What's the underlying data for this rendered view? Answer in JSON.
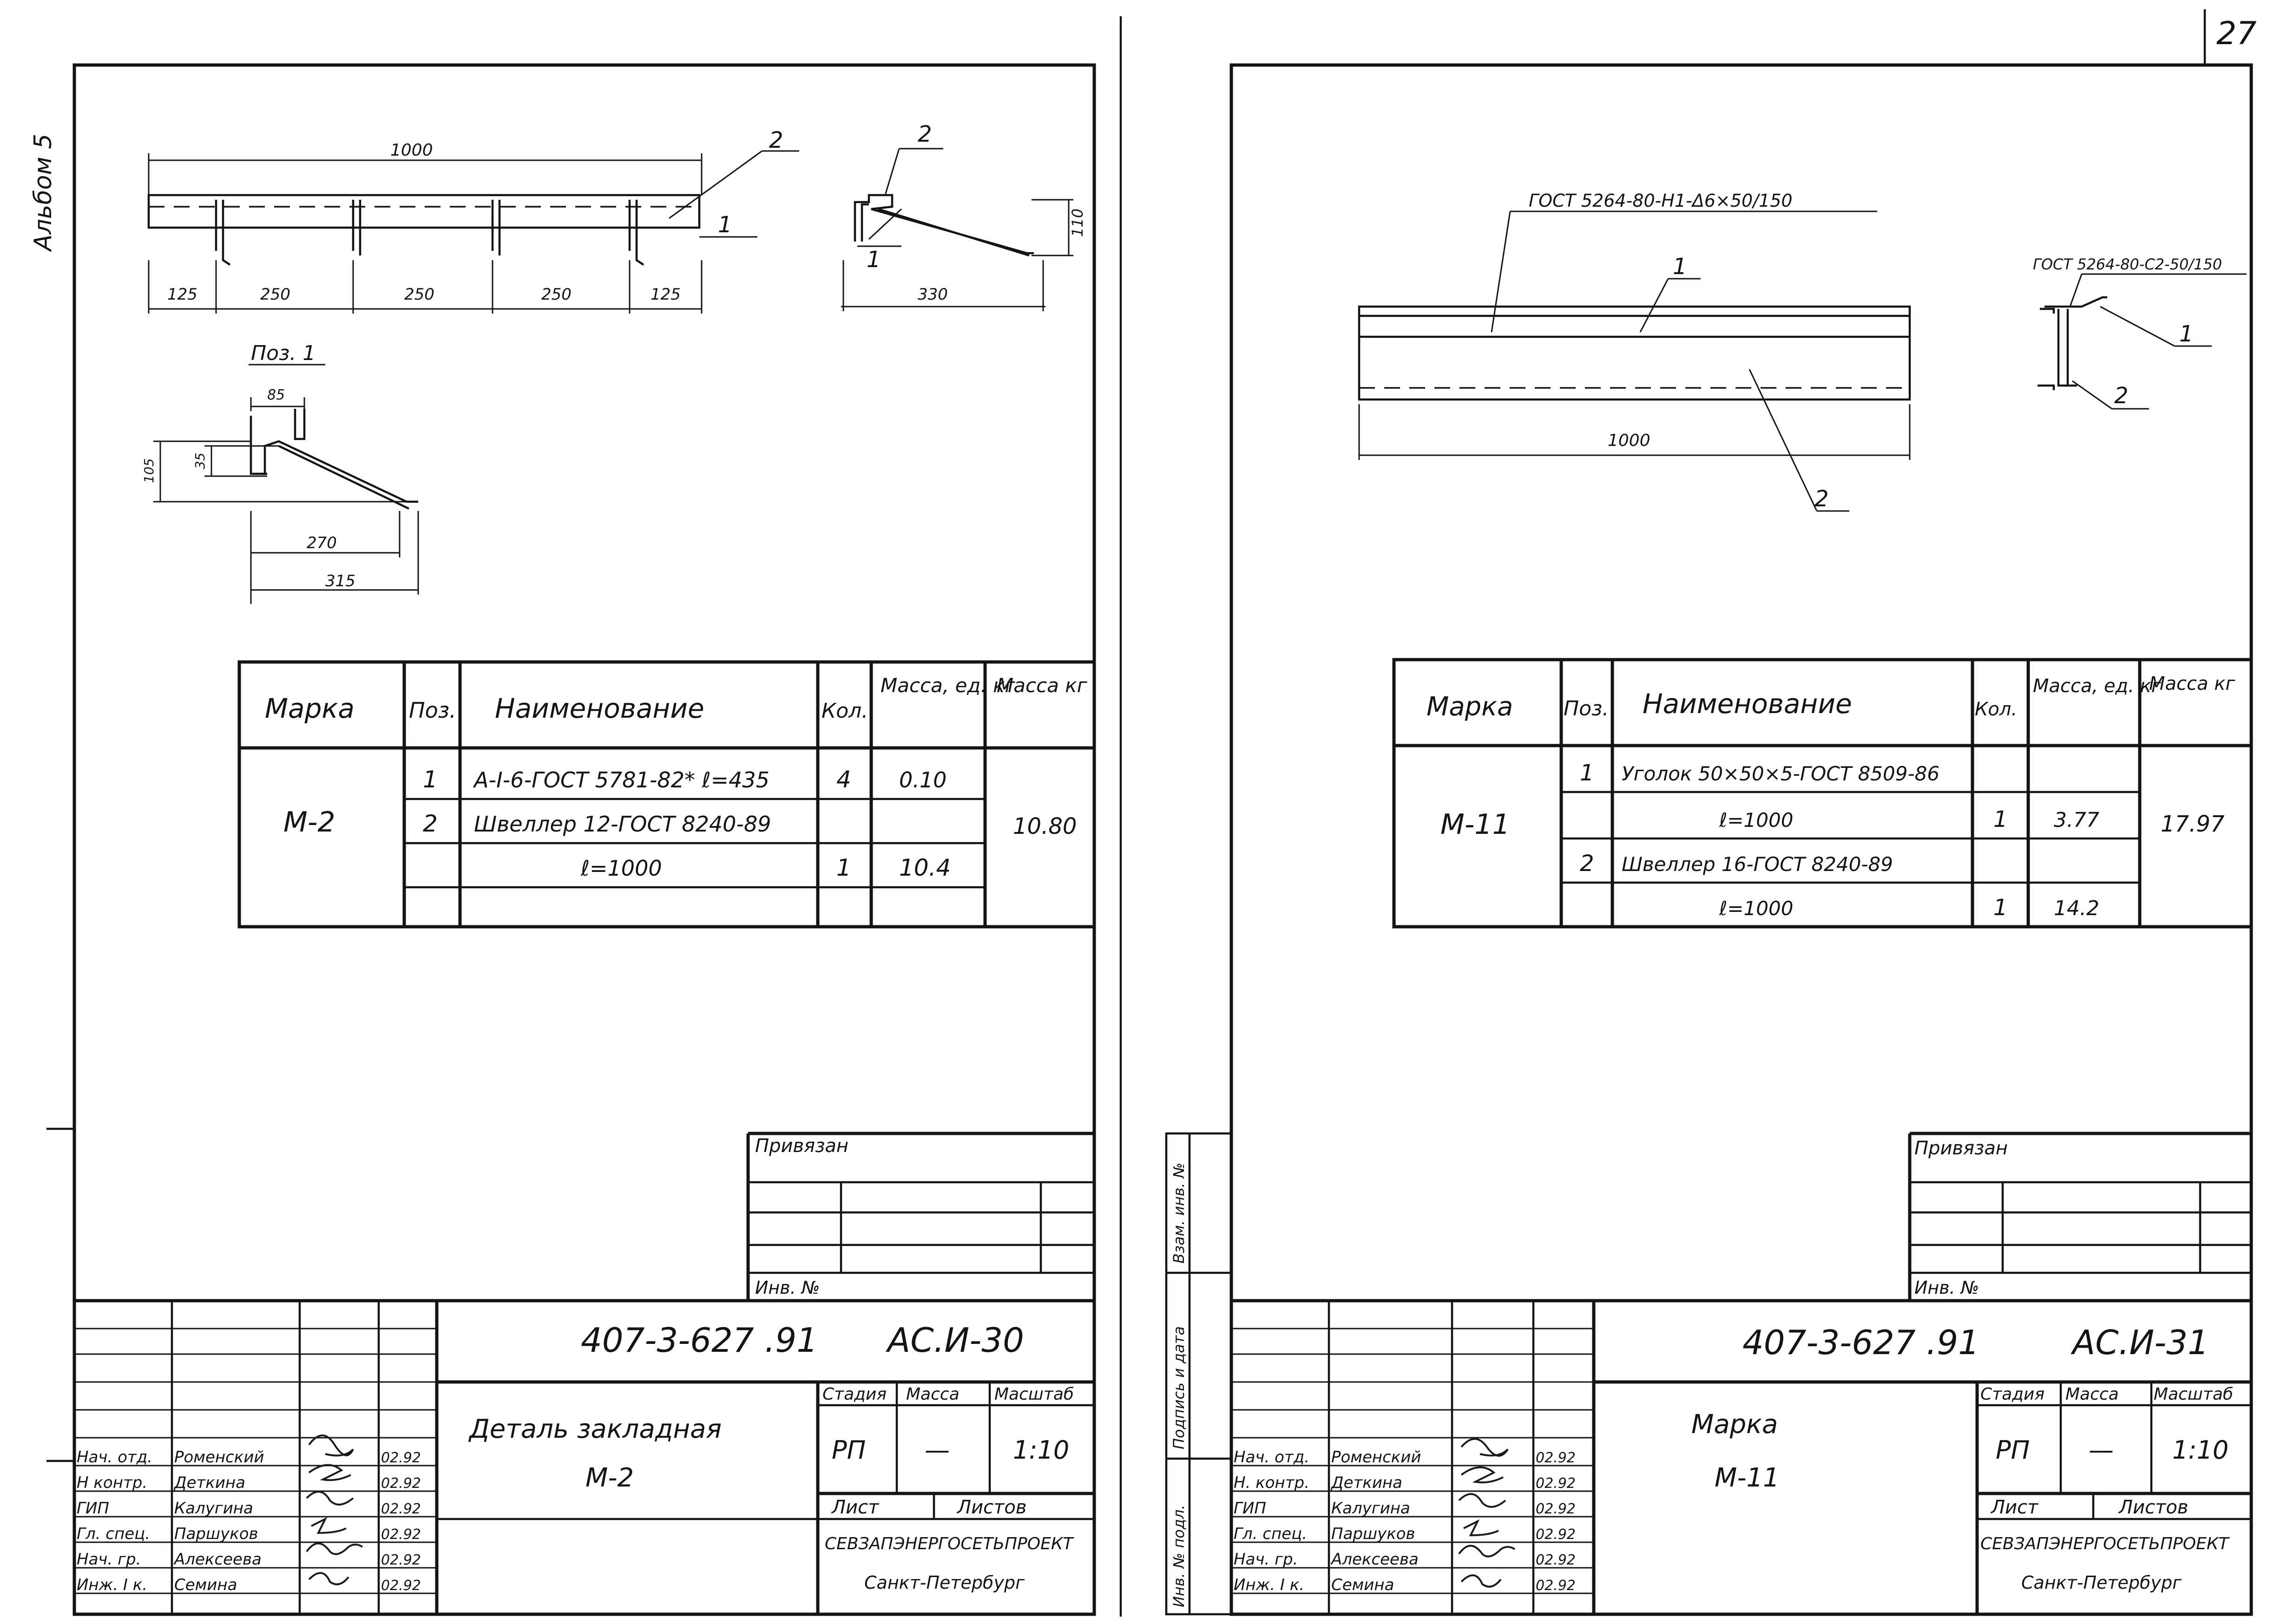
{
  "page": {
    "number": "27",
    "album_label": "Альбом 5"
  },
  "left_sheet": {
    "drawing": {
      "top_dims": {
        "overall": "1000",
        "segments": [
          "125",
          "250",
          "250",
          "250",
          "125"
        ]
      },
      "section_dims": {
        "width": "330",
        "height": "110"
      },
      "callouts": {
        "top_bar": "2",
        "top_anchor": "1",
        "section_top": "2",
        "section_bottom": "1"
      },
      "pos_title": "Поз. 1",
      "pos_dims": {
        "top": "85",
        "short": "35",
        "height": "105",
        "inner": "270",
        "outer": "315"
      }
    },
    "spec": {
      "headers": {
        "mark": "Марка",
        "pos": "Поз.",
        "name": "Наименование",
        "qty": "Кол.",
        "unit_mass": "Масса, ед. кг",
        "mass": "Масса кг"
      },
      "mark": "М-2",
      "total_mass": "10.80",
      "rows": [
        {
          "pos": "1",
          "name": "А-I-6-ГОСТ 5781-82*  ℓ=435",
          "qty": "4",
          "unit_mass": "0.10"
        },
        {
          "pos": "2",
          "name": "Швеллер 12-ГОСТ 8240-89",
          "qty": "",
          "unit_mass": ""
        },
        {
          "pos": "",
          "name": "ℓ=1000",
          "qty": "1",
          "unit_mass": "10.4"
        }
      ]
    },
    "binding": {
      "label": "Привязан",
      "inv_label": "Инв. №"
    },
    "title_block": {
      "code": "407-3-627 .91",
      "sheet_code": "АС.И-30",
      "title_line1": "Деталь закладная",
      "title_line2": "М-2",
      "stage_label": "Стадия",
      "mass_label": "Масса",
      "scale_label": "Масштаб",
      "stage": "РП",
      "mass": "—",
      "scale": "1:10",
      "sheet_label": "Лист",
      "sheets_label": "Листов",
      "org": "СЕВЗАПЭНЕРГОСЕТЬПРОЕКТ",
      "city": "Санкт-Петербург",
      "staff": [
        {
          "role": "Нач. отд.",
          "name": "Роменский",
          "date": "02.92"
        },
        {
          "role": "Н контр.",
          "name": "Деткина",
          "date": "02.92"
        },
        {
          "role": "ГИП",
          "name": "Калугина",
          "date": "02.92"
        },
        {
          "role": "Гл. спец.",
          "name": "Паршуков",
          "date": "02.92"
        },
        {
          "role": "Нач. гр.",
          "name": "Алексеева",
          "date": "02.92"
        },
        {
          "role": "Инж. I к.",
          "name": "Семина",
          "date": "02.92"
        }
      ]
    }
  },
  "right_sheet": {
    "drawing": {
      "gost_top": "ГОСТ 5264-80-Н1-Δ6×50/150",
      "gost_section": "ГОСТ 5264-80-С2-50/150",
      "callouts": {
        "plan_top": "1",
        "plan_bottom": "2",
        "section_top": "1",
        "section_bottom": "2"
      },
      "length": "1000"
    },
    "spec": {
      "headers": {
        "mark": "Марка",
        "pos": "Поз.",
        "name": "Наименование",
        "qty": "Кол.",
        "unit_mass": "Масса, ед. кг",
        "mass": "Масса кг"
      },
      "mark": "М-11",
      "total_mass": "17.97",
      "rows": [
        {
          "pos": "1",
          "name": "Уголок 50×50×5-ГОСТ 8509-86",
          "qty": "",
          "unit_mass": ""
        },
        {
          "pos": "",
          "name": "ℓ=1000",
          "qty": "1",
          "unit_mass": "3.77"
        },
        {
          "pos": "2",
          "name": "Швеллер 16-ГОСТ 8240-89",
          "qty": "",
          "unit_mass": ""
        },
        {
          "pos": "",
          "name": "ℓ=1000",
          "qty": "1",
          "unit_mass": "14.2"
        }
      ]
    },
    "binding": {
      "label": "Привязан",
      "inv_label": "Инв. №"
    },
    "side_labels": {
      "vzam": "Взам. инв. №",
      "sign": "Подпись и дата",
      "inv": "Инв. № подл."
    },
    "title_block": {
      "code": "407-3-627 .91",
      "sheet_code": "АС.И-31",
      "title_line1": "Марка",
      "title_line2": "М-11",
      "stage_label": "Стадия",
      "mass_label": "Масса",
      "scale_label": "Масштаб",
      "stage": "РП",
      "mass": "—",
      "scale": "1:10",
      "sheet_label": "Лист",
      "sheets_label": "Листов",
      "org": "СЕВЗАПЭНЕРГОСЕТЬПРОЕКТ",
      "city": "Санкт-Петербург",
      "staff": [
        {
          "role": "Нач. отд.",
          "name": "Роменский",
          "date": "02.92"
        },
        {
          "role": "Н. контр.",
          "name": "Деткина",
          "date": "02.92"
        },
        {
          "role": "ГИП",
          "name": "Калугина",
          "date": "02.92"
        },
        {
          "role": "Гл. спец.",
          "name": "Паршуков",
          "date": "02.92"
        },
        {
          "role": "Нач. гр.",
          "name": "Алексеева",
          "date": "02.92"
        },
        {
          "role": "Инж. I к.",
          "name": "Семина",
          "date": "02.92"
        }
      ]
    }
  }
}
